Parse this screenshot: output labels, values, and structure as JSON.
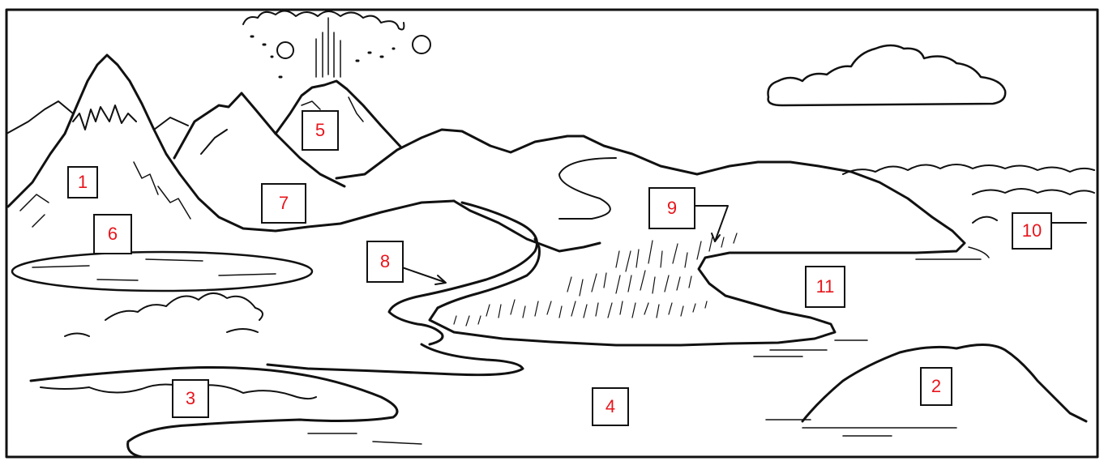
{
  "labels": [
    {
      "id": "1",
      "text": "1"
    },
    {
      "id": "2",
      "text": "2"
    },
    {
      "id": "3",
      "text": "3"
    },
    {
      "id": "4",
      "text": "4"
    },
    {
      "id": "5",
      "text": "5"
    },
    {
      "id": "6",
      "text": "6"
    },
    {
      "id": "7",
      "text": "7"
    },
    {
      "id": "8",
      "text": "8"
    },
    {
      "id": "9",
      "text": "9"
    },
    {
      "id": "10",
      "text": "10"
    },
    {
      "id": "11",
      "text": "11"
    }
  ],
  "colors": {
    "label_text": "#e8151b",
    "ink": "#111111",
    "paper": "#ffffff"
  }
}
